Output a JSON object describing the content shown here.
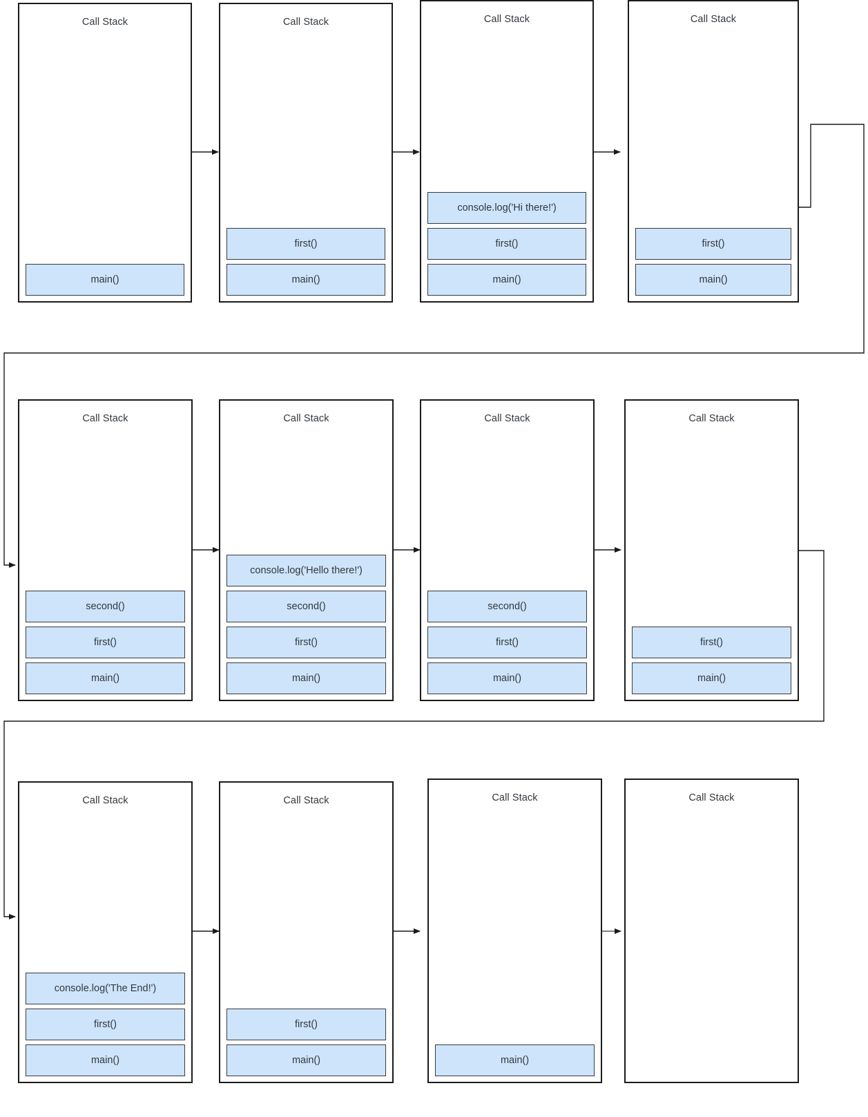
{
  "diagram": {
    "title_label": "Call Stack",
    "colors": {
      "frame_fill": "#cde4fb",
      "frame_stroke": "#3a3a3a",
      "box_stroke": "#1a1a1a",
      "text": "#33383d",
      "background": "#ffffff"
    },
    "rows": [
      {
        "row_index": 1,
        "boxes": [
          {
            "id": "step-1",
            "title": "Call Stack",
            "frames": [
              "main()"
            ]
          },
          {
            "id": "step-2",
            "title": "Call Stack",
            "frames": [
              "first()",
              "main()"
            ]
          },
          {
            "id": "step-3",
            "title": "Call Stack",
            "frames": [
              "console.log('Hi there!')",
              "first()",
              "main()"
            ]
          },
          {
            "id": "step-4",
            "title": "Call Stack",
            "frames": [
              "first()",
              "main()"
            ]
          }
        ]
      },
      {
        "row_index": 2,
        "boxes": [
          {
            "id": "step-5",
            "title": "Call Stack",
            "frames": [
              "second()",
              "first()",
              "main()"
            ]
          },
          {
            "id": "step-6",
            "title": "Call Stack",
            "frames": [
              "console.log('Hello there!')",
              "second()",
              "first()",
              "main()"
            ]
          },
          {
            "id": "step-7",
            "title": "Call Stack",
            "frames": [
              "second()",
              "first()",
              "main()"
            ]
          },
          {
            "id": "step-8",
            "title": "Call Stack",
            "frames": [
              "first()",
              "main()"
            ]
          }
        ]
      },
      {
        "row_index": 3,
        "boxes": [
          {
            "id": "step-9",
            "title": "Call Stack",
            "frames": [
              "console.log('The End!')",
              "first()",
              "main()"
            ]
          },
          {
            "id": "step-10",
            "title": "Call Stack",
            "frames": [
              "first()",
              "main()"
            ]
          },
          {
            "id": "step-11",
            "title": "Call Stack",
            "frames": [
              "main()"
            ]
          },
          {
            "id": "step-12",
            "title": "Call Stack",
            "frames": []
          }
        ]
      }
    ],
    "connectors": [
      {
        "from": "step-1",
        "to": "step-2",
        "kind": "straight-arrow"
      },
      {
        "from": "step-2",
        "to": "step-3",
        "kind": "straight-arrow"
      },
      {
        "from": "step-3",
        "to": "step-4",
        "kind": "straight-arrow"
      },
      {
        "from": "step-4",
        "to": "step-5",
        "kind": "wrap-arrow"
      },
      {
        "from": "step-5",
        "to": "step-6",
        "kind": "straight-arrow"
      },
      {
        "from": "step-6",
        "to": "step-7",
        "kind": "straight-arrow"
      },
      {
        "from": "step-7",
        "to": "step-8",
        "kind": "straight-arrow"
      },
      {
        "from": "step-8",
        "to": "step-9",
        "kind": "wrap-arrow"
      },
      {
        "from": "step-9",
        "to": "step-10",
        "kind": "straight-arrow"
      },
      {
        "from": "step-10",
        "to": "step-11",
        "kind": "straight-arrow"
      },
      {
        "from": "step-11",
        "to": "step-12",
        "kind": "straight-arrow"
      }
    ]
  }
}
